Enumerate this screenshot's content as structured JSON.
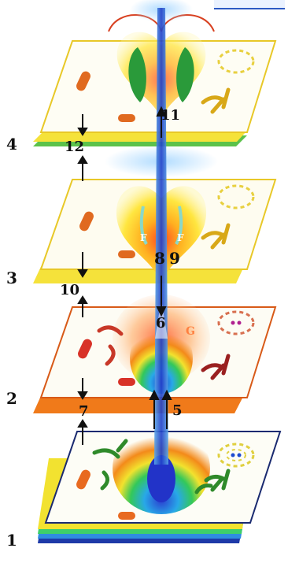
{
  "colors": {
    "plate1_edge": [
      "#1e3aa8",
      "#2f8de0",
      "#3ecf6a",
      "#f2e230"
    ],
    "plate2_edge": "#f07a1a",
    "plate3_edge": "#f5e23a",
    "plate4_edge": [
      "#f5e23a",
      "#5cc24a"
    ],
    "plate_top": "#fdfdf6"
  },
  "layers": [
    {
      "label": "1"
    },
    {
      "label": "2"
    },
    {
      "label": "3"
    },
    {
      "label": "4"
    }
  ],
  "markers": {
    "m5": "5",
    "m6": "6",
    "m7": "7",
    "m8": "8",
    "m9": "9",
    "m10": "10",
    "m11": "11",
    "m12": "12"
  },
  "letters": {
    "f_left": "F",
    "f_right": "F",
    "g_plate2": "G"
  }
}
